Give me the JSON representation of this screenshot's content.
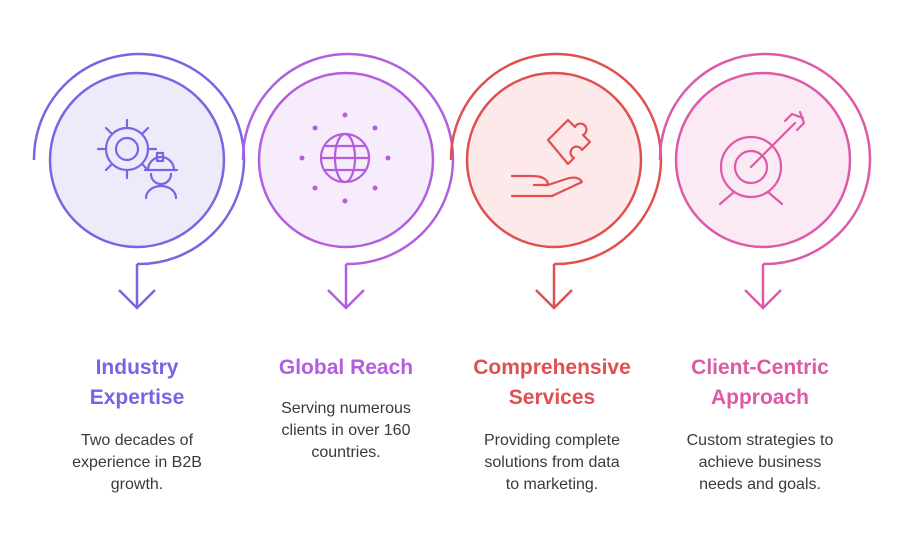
{
  "colors": {
    "step1": "#7a64e3",
    "step2": "#b35ee0",
    "step3": "#e05050",
    "step4": "#dc5aa8"
  },
  "steps": [
    {
      "icon": "gear-engineer-icon",
      "title_line1": "Industry",
      "title_line2": "Expertise",
      "desc_line1": "Two decades of",
      "desc_line2": "experience in B2B",
      "desc_line3": "growth."
    },
    {
      "icon": "globe-icon",
      "title_line1": "Global Reach",
      "title_line2": "",
      "desc_line1": "Serving numerous",
      "desc_line2": "clients in over 160",
      "desc_line3": "countries."
    },
    {
      "icon": "puzzle-hand-icon",
      "title_line1": "Comprehensive",
      "title_line2": "Services",
      "desc_line1": "Providing complete",
      "desc_line2": "solutions from data",
      "desc_line3": "to marketing."
    },
    {
      "icon": "target-arrow-icon",
      "title_line1": "Client-Centric",
      "title_line2": "Approach",
      "desc_line1": "Custom strategies to",
      "desc_line2": "achieve business",
      "desc_line3": "needs and goals."
    }
  ]
}
